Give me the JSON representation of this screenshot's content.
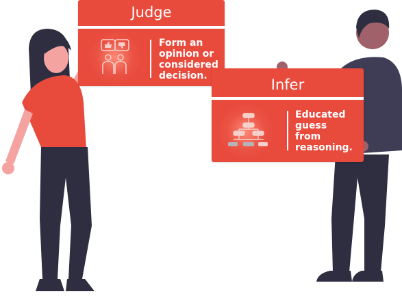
{
  "cards": [
    {
      "title": "Judge",
      "description": "Form an\nopinion or\nconsidered\ndecision."
    },
    {
      "title": "Infer",
      "description": "Educated\nguess\nfrom\nreasoning."
    }
  ],
  "colors": {
    "card": "#e84a3c",
    "skin_left": "#f5a3a0",
    "hair": "#2f2e41",
    "pants": "#2f2e41",
    "skin_right": "#a0616a",
    "shirt_right": "#3f3d56"
  },
  "icons": {
    "judge": "thumbs-up-down-people-icon",
    "infer": "flowchart-icon"
  }
}
